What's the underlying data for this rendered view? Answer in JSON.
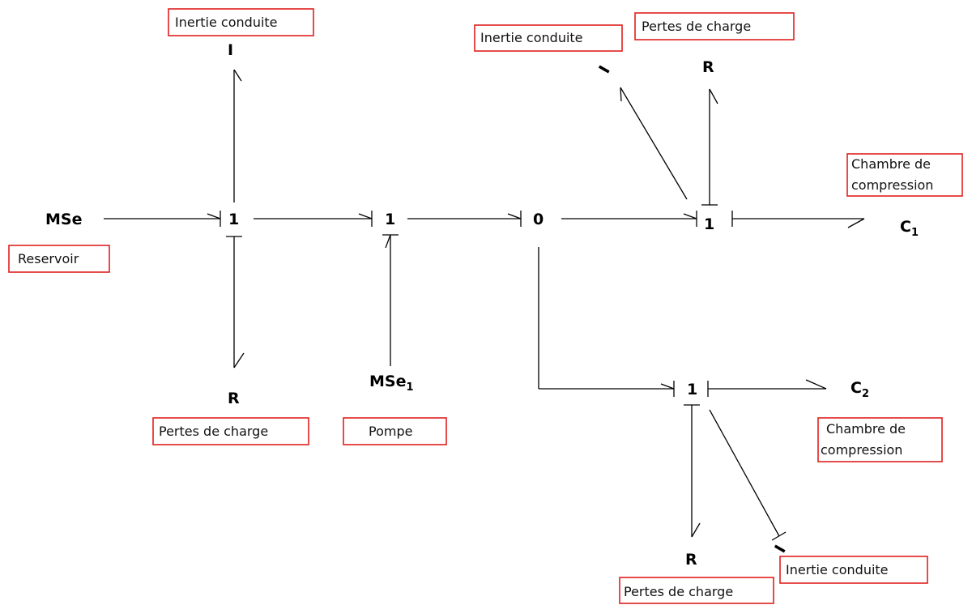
{
  "nodes": {
    "mse": "MSe",
    "j1a": "1",
    "j1b": "1",
    "j0": "0",
    "j1c": "1",
    "j1d": "1",
    "i_top": "I",
    "i_top2": "I",
    "r_top": "R",
    "r_bottom": "R",
    "r_bottom2": "R",
    "mse1_base": "MSe",
    "mse1_sub": "1",
    "c1_base": "C",
    "c1_sub": "1",
    "c2_base": "C",
    "c2_sub": "2",
    "i_bottom2": "I"
  },
  "annotations": {
    "inertie_top": "Inertie conduite",
    "inertie_top2": "Inertie conduite",
    "pertes_top": "Pertes de charge",
    "chambre_1_line1": "Chambre de",
    "chambre_1_line2": "compression",
    "reservoir": "Reservoir",
    "pertes_left": "Pertes de charge",
    "pompe": "Pompe",
    "chambre_2_line1": "Chambre de",
    "chambre_2_line2": "compression",
    "inertie_bottom": "Inertie conduite",
    "pertes_bottom": "Pertes de charge"
  },
  "colors": {
    "annotation_border": "#e02020",
    "bond": "#000000"
  }
}
